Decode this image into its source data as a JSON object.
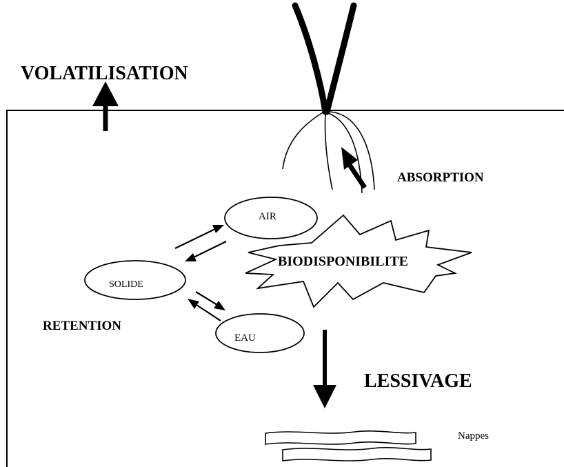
{
  "labels": {
    "volatilisation": "VOLATILISATION",
    "absorption": "ABSORPTION",
    "air": "AIR",
    "biodisponibilite": "BIODISPONIBILITE",
    "solide": "SOLIDE",
    "retention": "RETENTION",
    "eau": "EAU",
    "lessivage": "LESSIVAGE",
    "nappes": "Nappes"
  },
  "colors": {
    "ink": "#000000",
    "background": "#ffffff"
  },
  "icons": {
    "plant": "plant-roots-icon",
    "arrow_up": "arrow-up-icon",
    "arrow_down": "arrow-down-icon",
    "exchange": "double-arrow-icon"
  }
}
